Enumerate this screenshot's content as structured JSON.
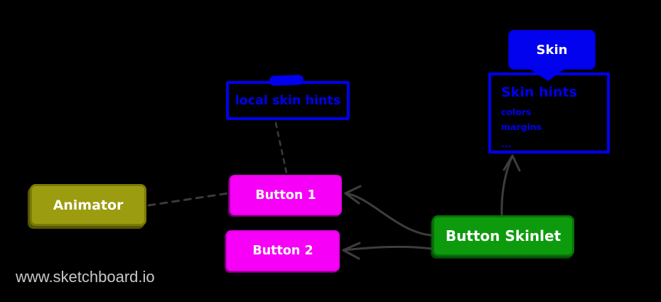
{
  "canvas": {
    "background": "#000000",
    "watermark_text": "www.sketchboard.io"
  },
  "palette": {
    "blue": "#0000ee",
    "magenta": "#f700f7",
    "olive": "#9c9c10",
    "green": "#0d9b0d",
    "connector_gray": "#3a3a3a",
    "watermark_gray": "#c8c8c8",
    "label_white": "#ffffff"
  },
  "nodes": {
    "skin": {
      "label": "Skin",
      "style": "filled",
      "color": "#0000ee"
    },
    "skin_hints": {
      "title": "Skin hints",
      "items": [
        "colors",
        "margins",
        "..."
      ],
      "style": "outlined",
      "color": "#0000ee"
    },
    "local_skin_hints": {
      "label": "local skin hints",
      "style": "outlined",
      "color": "#0000ee"
    },
    "animator": {
      "label": "Animator",
      "style": "filled",
      "color": "#9c9c10"
    },
    "button_1": {
      "label": "Button 1",
      "style": "filled",
      "color": "#f700f7"
    },
    "button_2": {
      "label": "Button 2",
      "style": "filled",
      "color": "#f700f7"
    },
    "button_skinlet": {
      "label": "Button Skinlet",
      "style": "filled",
      "color": "#0d9b0d"
    }
  },
  "edges": [
    {
      "from": "local_skin_hints",
      "to": "button_1",
      "line": "dashed",
      "arrowhead": false
    },
    {
      "from": "animator",
      "to": "button_1",
      "line": "dashed",
      "arrowhead": false
    },
    {
      "from": "button_skinlet",
      "to": "button_1",
      "line": "solid",
      "arrowhead": true
    },
    {
      "from": "button_skinlet",
      "to": "button_2",
      "line": "solid",
      "arrowhead": true
    },
    {
      "from": "button_skinlet",
      "to": "skin_hints",
      "line": "solid",
      "arrowhead": true
    }
  ]
}
